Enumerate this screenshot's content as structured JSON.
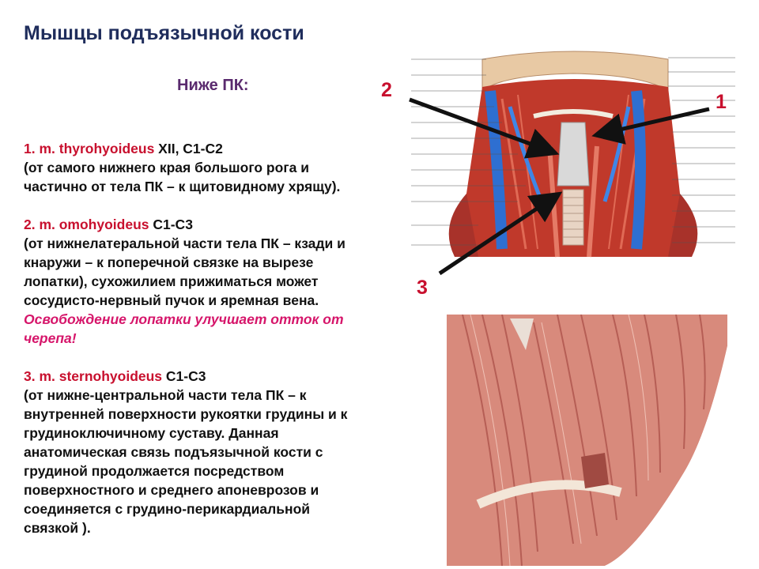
{
  "slide": {
    "title": "Мышцы подъязычной кости",
    "subtitle": "Ниже ПК:"
  },
  "muscles": [
    {
      "name": "1. m. thyrohyoideus",
      "innervation": " XII, С1-С2",
      "description_lines": [
        "(от самого нижнего края большого рога и",
        "частично от тела ПК –  к щитовидному хрящу)."
      ]
    },
    {
      "name": "2. m. omohyoideus",
      "innervation": " С1-С3",
      "description_lines": [
        "(от нижнелатеральной части тела ПК – кзади и",
        "кнаружи – к поперечной связке на вырезе",
        "лопатки), сухожилием прижиматься может",
        "сосудисто-нервный пучок и яремная вена."
      ],
      "note_lines": [
        "Освобождение лопатки улучшает отток от",
        "черепа!"
      ]
    },
    {
      "name": "3. m. sternohyoideus",
      "innervation": " С1-С3",
      "description_lines": [
        "(от нижне-центральной части тела ПК – к",
        "внутренней поверхности рукоятки грудины и к",
        "грудиноключичному суставу. Данная",
        "анатомическая связь подъязычной кости с",
        "грудиной продолжается посредством",
        "поверхностного и среднего апоневрозов и",
        "соединяется с грудино-перикардиальной",
        "связкой )."
      ]
    }
  ],
  "figure_labels": {
    "label_1": "1",
    "label_2": "2",
    "label_3": "3"
  },
  "colors": {
    "title": "#1f2d5c",
    "subtitle": "#5a2a6e",
    "muscle_name": "#c8102e",
    "note": "#d6156a",
    "arrow_number": "#c8102e"
  }
}
